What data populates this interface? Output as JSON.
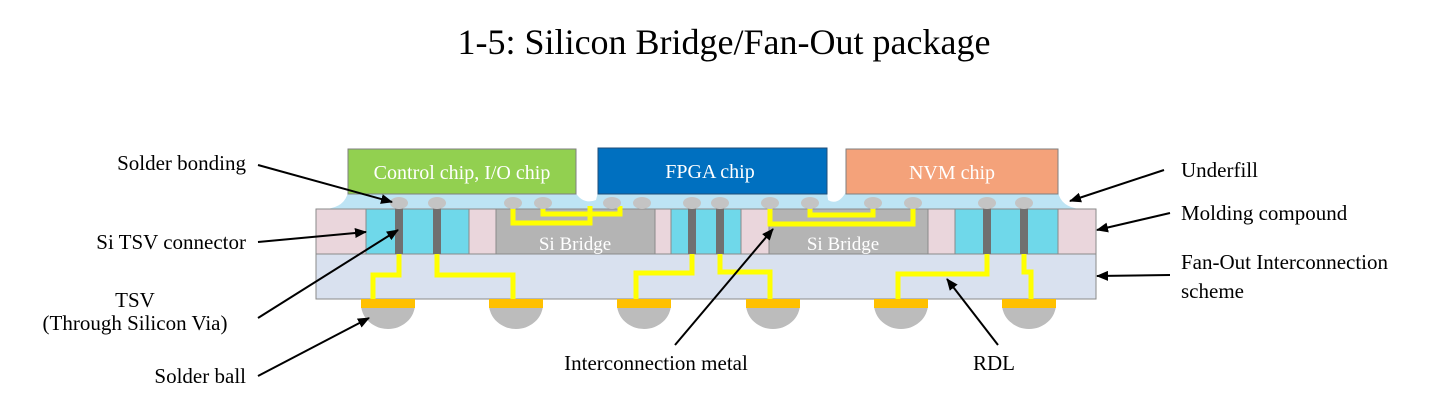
{
  "title": "1-5: Silicon Bridge/Fan-Out package",
  "chips": {
    "control": "Control chip, I/O chip",
    "fpga": "FPGA chip",
    "nvm": "NVM chip"
  },
  "bridges": {
    "left": "Si Bridge",
    "right": "Si Bridge"
  },
  "labels": {
    "solder_bonding": "Solder bonding",
    "si_tsv_connector": "Si TSV connector",
    "tsv_line1": "TSV",
    "tsv_line2": "(Through Silicon Via)",
    "solder_ball": "Solder ball",
    "interconnection_metal": "Interconnection metal",
    "rdl": "RDL",
    "underfill": "Underfill",
    "molding_compound": "Molding compound",
    "fanout_line1": "Fan-Out Interconnection",
    "fanout_line2": "scheme"
  },
  "colors": {
    "control_chip": "#92d050",
    "fpga_chip": "#0070c0",
    "nvm_chip": "#f4a27a",
    "underfill": "#bde4f4",
    "molding": "#ead6dc",
    "tsv_connector": "#6fd8ea",
    "si_bridge": "#b4b4b4",
    "fanout_layer": "#d9e1ef",
    "wiring": "#ffff00",
    "pad": "#ffc000",
    "solder": "#bcbcbc",
    "tsv": "#707070"
  }
}
